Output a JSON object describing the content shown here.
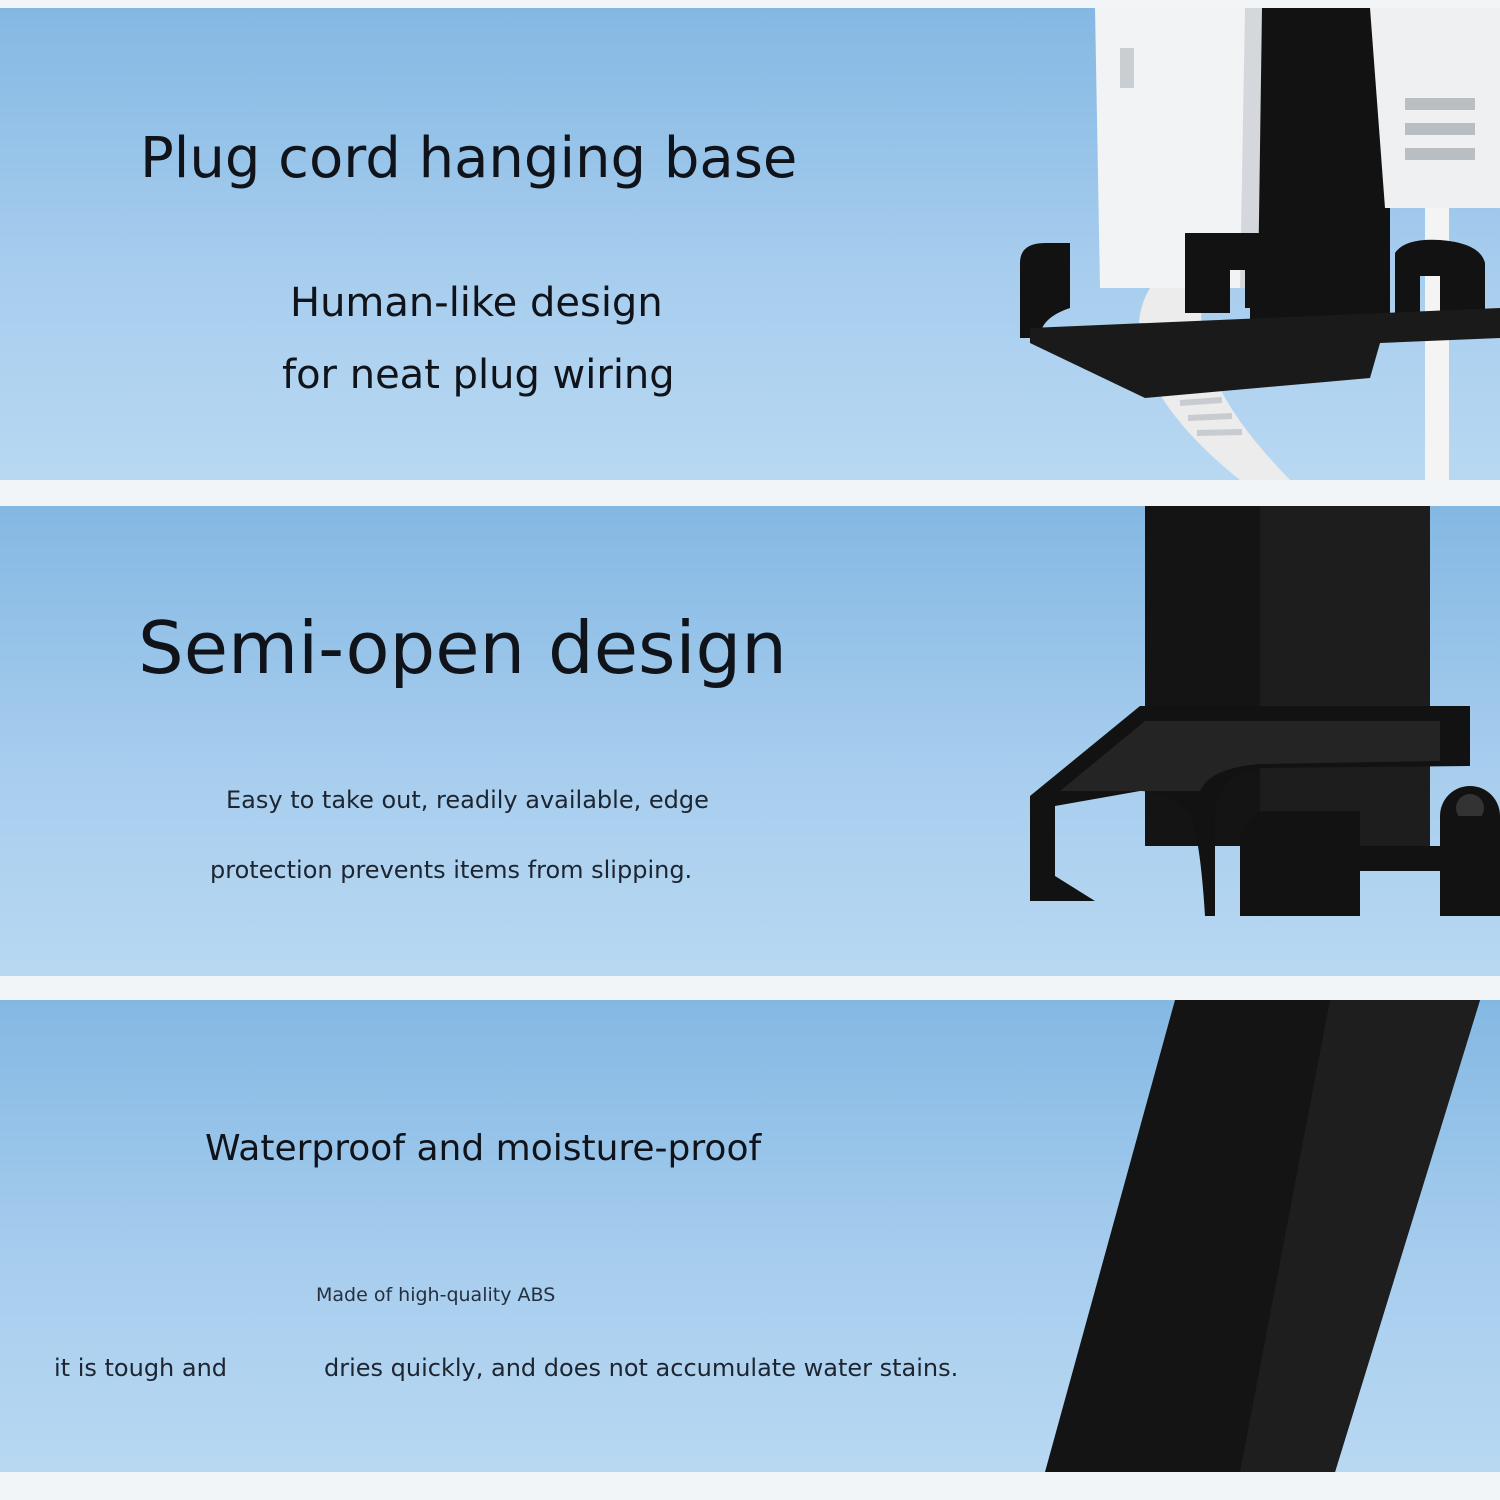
{
  "panels": [
    {
      "title": "Plug cord hanging base",
      "lines": [
        "Human-like design",
        "for neat plug wiring"
      ]
    },
    {
      "title": "Semi-open design",
      "lines": [
        "Easy to take out, readily available, edge",
        "protection prevents items from slipping."
      ]
    },
    {
      "title": "Waterproof and moisture-proof",
      "material_line": "Made of high-quality ABS",
      "left_fragment": "it is tough and",
      "right_fragment": "dries quickly, and does not accumulate water stains."
    }
  ],
  "colors": {
    "panel_top": "#84b8e3",
    "panel_bottom": "#b8d8f2",
    "divider": "#f1f5f8",
    "holder": "#121212",
    "plug": "#f2f3f4"
  }
}
